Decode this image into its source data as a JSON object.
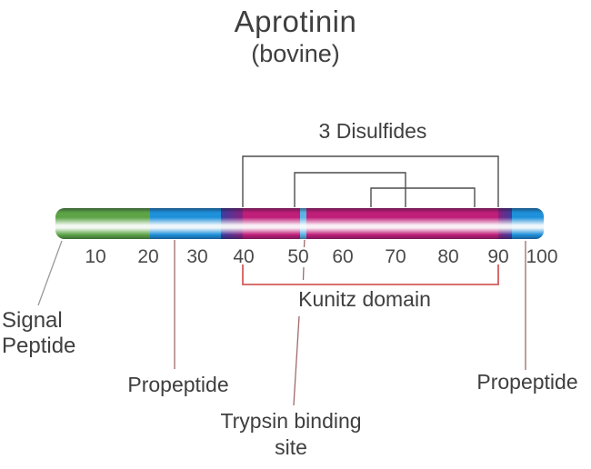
{
  "title": "Aprotinin",
  "subtitle": "(bovine)",
  "disulfides": {
    "label": "3 Disulfides",
    "bridge_count": 3
  },
  "scale_ticks": [
    "10",
    "20",
    "30",
    "40",
    "50",
    "60",
    "70",
    "80",
    "90",
    "100"
  ],
  "labels": {
    "signal_peptide": "Signal\nPeptide",
    "propeptide_left": "Propeptide",
    "kunitz_domain": "Kunitz domain",
    "trypsin_binding_site": "Trypsin binding\nsite",
    "propeptide_right": "Propeptide"
  },
  "segments": [
    {
      "name": "signal-peptide",
      "color": "#5ca446"
    },
    {
      "name": "propeptide-left",
      "color": "#1f90da"
    },
    {
      "name": "overlap-left",
      "color": "#3a3fa0"
    },
    {
      "name": "kunitz-domain",
      "color": "#bf1e79"
    },
    {
      "name": "trypsin-binding-site-stripe",
      "color": "#5cb2e6"
    },
    {
      "name": "kunitz-domain",
      "color": "#bf1e79"
    },
    {
      "name": "overlap-right",
      "color": "#8a2180"
    },
    {
      "name": "propeptide-right",
      "color": "#1f90da"
    }
  ],
  "colors": {
    "signal_green": "#5ca446",
    "propeptide_blue": "#1f90da",
    "kunitz_magenta": "#bf1e79",
    "overlap_indigo": "#3a3fa0",
    "overlap_purple": "#8a2180",
    "binding_stripe_blue": "#5cb2e6",
    "kunitz_bracket_red": "#d45c5c",
    "leader_maroon": "#9d6b6b",
    "leader_gray": "#9a9a9a",
    "disulfide_line": "#4d4d4d",
    "text": "#3f3f3f"
  }
}
